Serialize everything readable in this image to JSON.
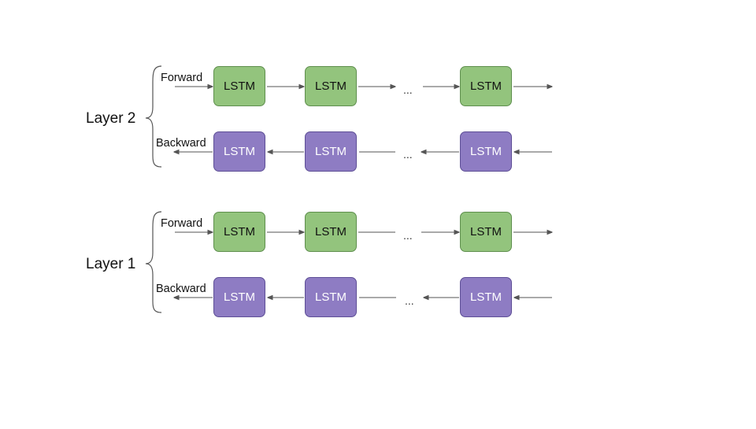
{
  "layers": [
    {
      "label": "Layer 2",
      "forward_label": "Forward",
      "backward_label": "Backward",
      "forward_cells": [
        "LSTM",
        "LSTM",
        "LSTM"
      ],
      "backward_cells": [
        "LSTM",
        "LSTM",
        "LSTM"
      ],
      "ellipsis": "..."
    },
    {
      "label": "Layer 1",
      "forward_label": "Forward",
      "backward_label": "Backward",
      "forward_cells": [
        "LSTM",
        "LSTM",
        "LSTM"
      ],
      "backward_cells": [
        "LSTM",
        "LSTM",
        "LSTM"
      ],
      "ellipsis": "..."
    }
  ],
  "colors": {
    "forward_cell": "#93c47d",
    "backward_cell": "#8e7cc3"
  }
}
